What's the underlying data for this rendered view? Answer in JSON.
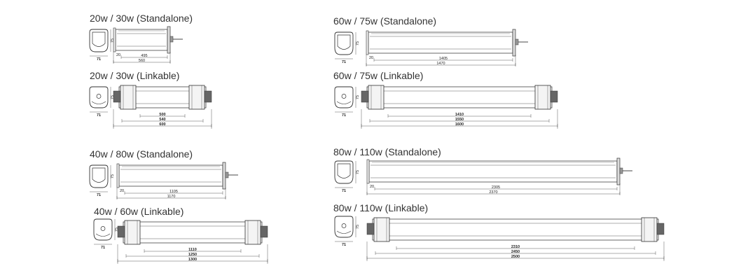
{
  "titles": {
    "s20": "20w / 30w (Standalone)",
    "l20": "20w / 30w (Linkable)",
    "s40": "40w / 80w (Standalone)",
    "l40": "40w / 60w (Linkable)",
    "s60": "60w / 75w (Standalone)",
    "l60": "60w / 75w (Linkable)",
    "s80": "80w / 110w (Standalone)",
    "l80": "80w / 110w (Linkable)"
  },
  "dims": {
    "s20": {
      "height": "75",
      "width": "71",
      "end": "20",
      "inner": "495",
      "overall": "560"
    },
    "l20": {
      "height": "75",
      "width": "71",
      "a": "500",
      "b": "540",
      "c": "600"
    },
    "s40": {
      "height": "75",
      "width": "71",
      "end": "20",
      "inner": "1105",
      "overall": "1170"
    },
    "l40": {
      "height": "75",
      "width": "71",
      "a": "1110",
      "b": "1250",
      "c": "1300"
    },
    "s60": {
      "height": "75",
      "width": "71",
      "end": "20",
      "inner": "1405",
      "overall": "1470"
    },
    "l60": {
      "height": "75",
      "width": "71",
      "a": "1410",
      "b": "1550",
      "c": "1600"
    },
    "s80": {
      "height": "75",
      "width": "71",
      "end": "20",
      "inner": "2305",
      "overall": "2370"
    },
    "l80": {
      "height": "75",
      "width": "71",
      "a": "2310",
      "b": "2450",
      "c": "2500"
    }
  }
}
